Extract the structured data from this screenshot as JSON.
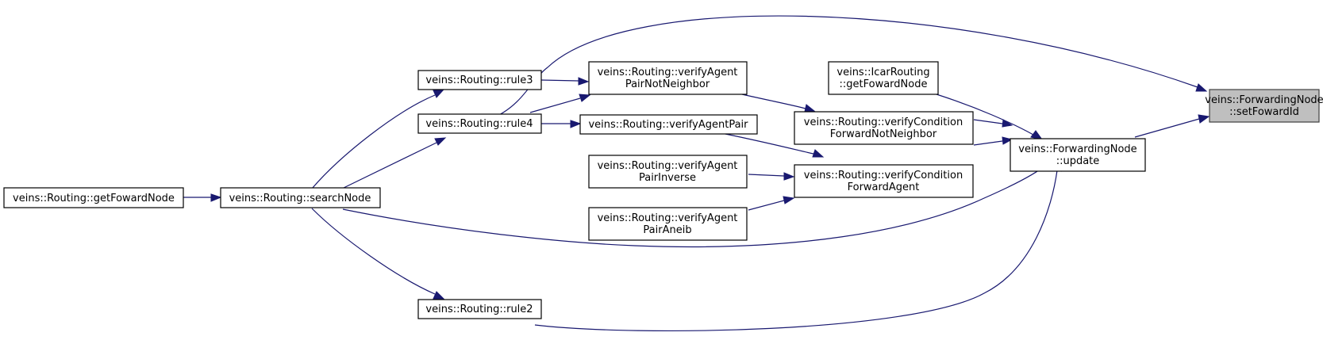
{
  "nodes": {
    "setFowardId": {
      "line1": "veins::ForwardingNode",
      "line2": "::setFowardId"
    },
    "update": {
      "line1": "veins::ForwardingNode",
      "line2": "::update"
    },
    "icarGetFowardNode": {
      "line1": "veins::IcarRouting",
      "line2": "::getFowardNode"
    },
    "verifyConditionForwardNotNeighbor": {
      "line1": "veins::Routing::verifyCondition",
      "line2": "ForwardNotNeighbor"
    },
    "verifyConditionForwardAgent": {
      "line1": "veins::Routing::verifyCondition",
      "line2": "ForwardAgent"
    },
    "verifyAgentPairNotNeighbor": {
      "line1": "veins::Routing::verifyAgent",
      "line2": "PairNotNeighbor"
    },
    "verifyAgentPair": {
      "line1": "veins::Routing::verifyAgentPair"
    },
    "verifyAgentPairInverse": {
      "line1": "veins::Routing::verifyAgent",
      "line2": "PairInverse"
    },
    "verifyAgentPairAneib": {
      "line1": "veins::Routing::verifyAgent",
      "line2": "PairAneib"
    },
    "rule3": {
      "line1": "veins::Routing::rule3"
    },
    "rule4": {
      "line1": "veins::Routing::rule4"
    },
    "rule2": {
      "line1": "veins::Routing::rule2"
    },
    "searchNode": {
      "line1": "veins::Routing::searchNode"
    },
    "routingGetFowardNode": {
      "line1": "veins::Routing::getFowardNode"
    }
  },
  "colors": {
    "edge": "#191970",
    "highlight_fill": "#bfbfbf",
    "node_fill": "#ffffff",
    "node_stroke": "#000000"
  }
}
